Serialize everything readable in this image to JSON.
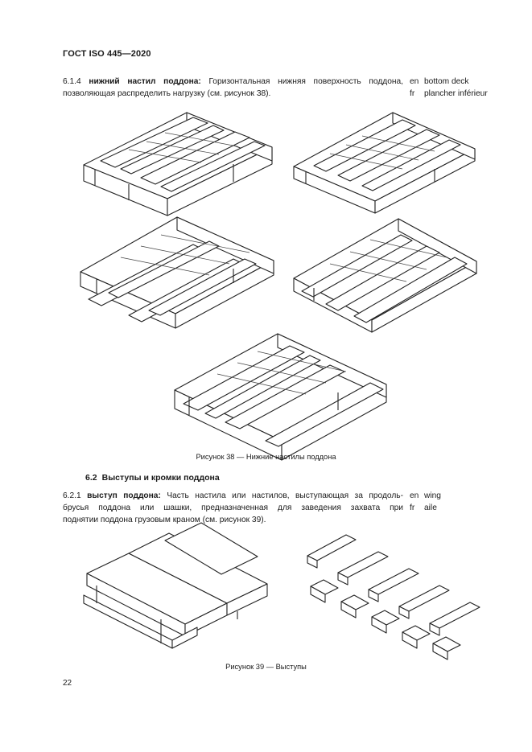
{
  "header": {
    "title": "ГОСТ ISO 445—2020"
  },
  "entry_614": {
    "number": "6.1.4",
    "term": "нижний настил поддона:",
    "line1_rest": "Горизонтальная нижняя поверхность поддона,",
    "line2": "позволяющая распределить нагрузку (см. рисунок 38).",
    "trans_en_code": "en",
    "trans_en": "bottom deck",
    "trans_fr_code": "fr",
    "trans_fr": "plancher inférieur"
  },
  "figure38": {
    "caption": "Рисунок 38 — Нижние настилы поддона"
  },
  "section62": {
    "number": "6.2",
    "title": "Выступы и кромки поддона"
  },
  "entry_621": {
    "number": "6.2.1",
    "term": "выступ поддона:",
    "line1_rest": "Часть настила или настилов, выступающая за продоль-",
    "line2": "брусья поддона или шашки, предназначенная для заведения захвата при",
    "line3": "поднятии поддона грузовым краном (см. рисунок 39).",
    "trans_en_code": "en",
    "trans_en": "wing",
    "trans_fr_code": "fr",
    "trans_fr": "aile"
  },
  "figure39": {
    "caption": "Рисунок 39 — Выступы"
  },
  "footer": {
    "page_number": "22"
  }
}
